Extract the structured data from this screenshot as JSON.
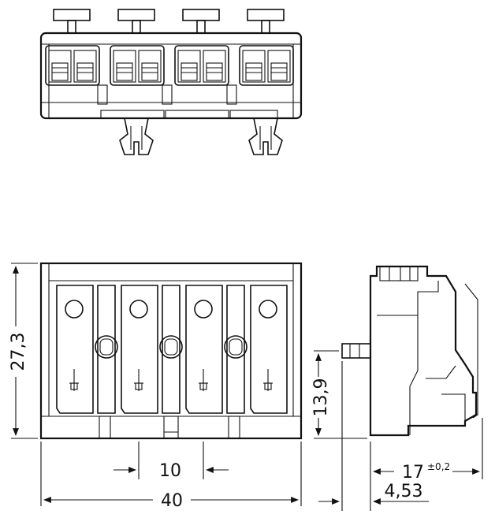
{
  "colors": {
    "line": "#111111",
    "background": "#ffffff",
    "release_button": "#f2f0a6",
    "entry_hole": "#f2d3a6"
  },
  "dimensions": {
    "height": "27,3",
    "pitch": "10",
    "width": "40",
    "pin_height": "13,9",
    "depth": "17",
    "depth_tolerance": "±0,2",
    "pin_offset": "4,53"
  }
}
